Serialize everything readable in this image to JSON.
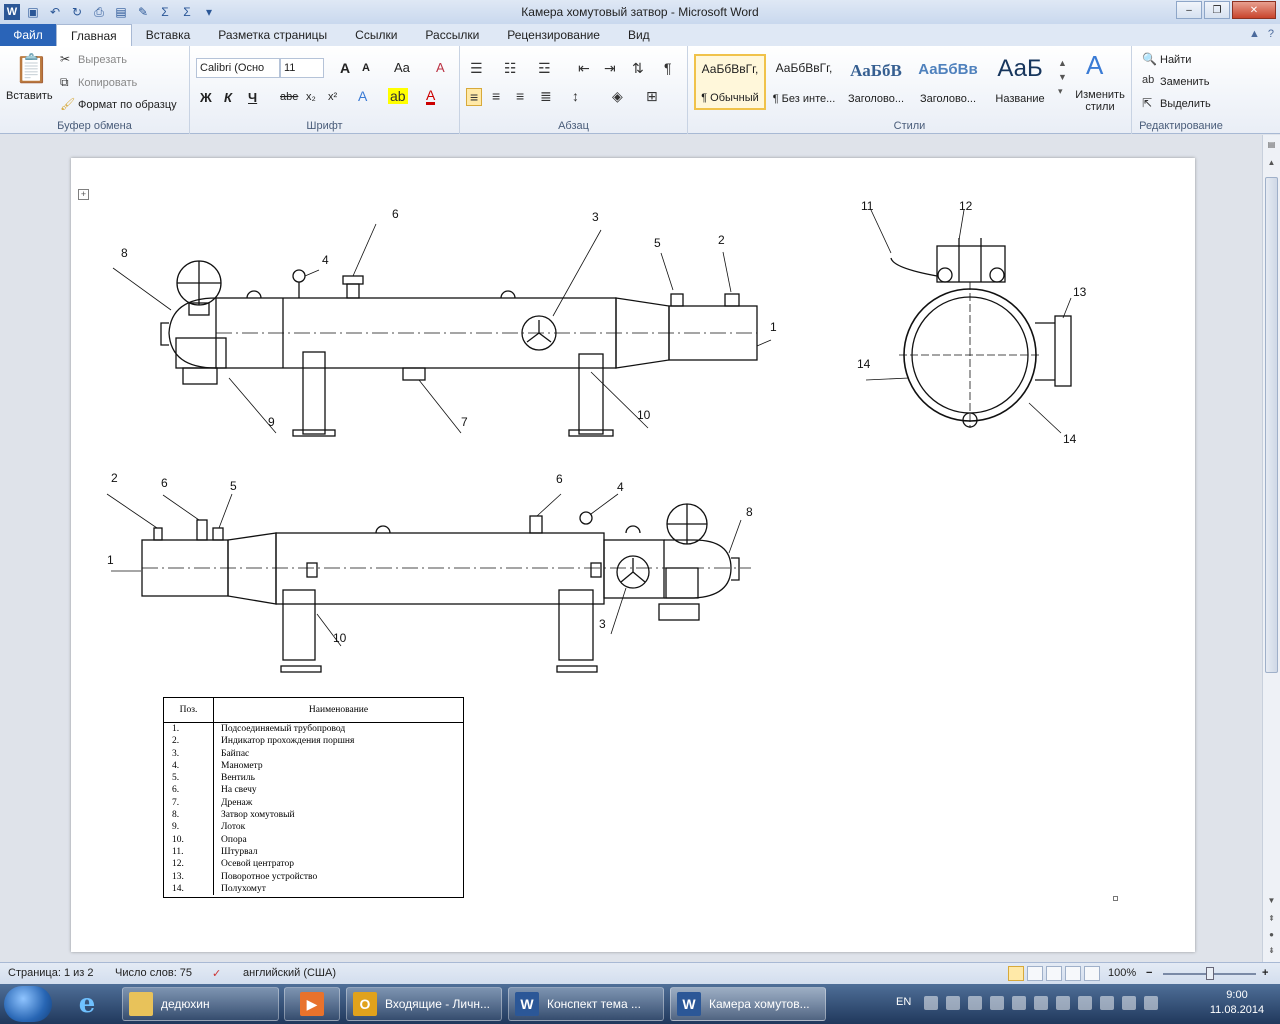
{
  "window": {
    "title": "Камера хомутовый затвор  -  Microsoft Word",
    "controls": {
      "minimize": "–",
      "maximize": "❐",
      "close": "✕"
    }
  },
  "tabs": [
    "Файл",
    "Главная",
    "Вставка",
    "Разметка страницы",
    "Ссылки",
    "Рассылки",
    "Рецензирование",
    "Вид"
  ],
  "ribbon": {
    "clipboard": {
      "paste": "Вставить",
      "cut": "Вырезать",
      "copy": "Копировать",
      "format_painter": "Формат по образцу",
      "label": "Буфер обмена"
    },
    "font": {
      "name": "Calibri (Осно",
      "size": "11",
      "label": "Шрифт",
      "bold": "Ж",
      "italic": "К",
      "underline": "Ч",
      "strike": "abe",
      "subscript": "x₂",
      "superscript": "x²",
      "grow": "A",
      "shrink": "A",
      "case": "Aa",
      "clear": "A"
    },
    "paragraph": {
      "label": "Абзац"
    },
    "styles": {
      "label": "Стили",
      "items": [
        {
          "sample": "АаБбВвГг,",
          "name": "¶ Обычный"
        },
        {
          "sample": "АаБбВвГг,",
          "name": "¶ Без инте..."
        },
        {
          "sample": "АаБбВ",
          "name": "Заголово..."
        },
        {
          "sample": "АаБбВв",
          "name": "Заголово..."
        },
        {
          "sample": "АаБ",
          "name": "Название"
        }
      ],
      "change": "Изменить стили"
    },
    "editing": {
      "find": "Найти",
      "replace": "Заменить",
      "select": "Выделить",
      "label": "Редактирование"
    }
  },
  "drawing": {
    "side_view_labels": [
      "8",
      "6",
      "4",
      "3",
      "5",
      "2",
      "1",
      "9",
      "7",
      "10"
    ],
    "end_view_labels": [
      "11",
      "12",
      "13",
      "14",
      "14"
    ],
    "bottom_view_labels": [
      "2",
      "6",
      "5",
      "1",
      "10",
      "6",
      "4",
      "8",
      "3"
    ]
  },
  "legend": {
    "col_pos": "Поз.",
    "col_name": "Наименование",
    "rows": [
      {
        "pos": "1.",
        "name": "Подсоединяемый трубопровод"
      },
      {
        "pos": "2.",
        "name": "Индикатор прохождения поршня"
      },
      {
        "pos": "3.",
        "name": "Байпас"
      },
      {
        "pos": "4.",
        "name": "Манометр"
      },
      {
        "pos": "5.",
        "name": "Вентиль"
      },
      {
        "pos": "6.",
        "name": "На свечу"
      },
      {
        "pos": "7.",
        "name": "Дренаж"
      },
      {
        "pos": "8.",
        "name": "Затвор хомутовый"
      },
      {
        "pos": "9.",
        "name": "Лоток"
      },
      {
        "pos": "10.",
        "name": "Опора"
      },
      {
        "pos": "11.",
        "name": "Штурвал"
      },
      {
        "pos": "12.",
        "name": "Осевой центратор"
      },
      {
        "pos": "13.",
        "name": "Поворотное устройство"
      },
      {
        "pos": "14.",
        "name": "Полухомут"
      }
    ]
  },
  "status": {
    "page": "Страница: 1 из 2",
    "words": "Число слов: 75",
    "language": "английский (США)",
    "zoom": "100%",
    "zoom_minus": "−",
    "zoom_plus": "+"
  },
  "taskbar": {
    "tasks": [
      {
        "label": "дедюхин",
        "icon": "folder-icon"
      },
      {
        "label": "Входящие - Личн...",
        "icon": "outlook-icon"
      },
      {
        "label": "Конспект тема ...",
        "icon": "word-icon"
      },
      {
        "label": "Камера хомутов...",
        "icon": "word-icon"
      }
    ],
    "lang": "EN",
    "time": "9:00",
    "date": "11.08.2014"
  },
  "colors": {
    "accent": "#2a64b8",
    "taskbar": "#20385c",
    "style_selected": "#f0c24a"
  }
}
